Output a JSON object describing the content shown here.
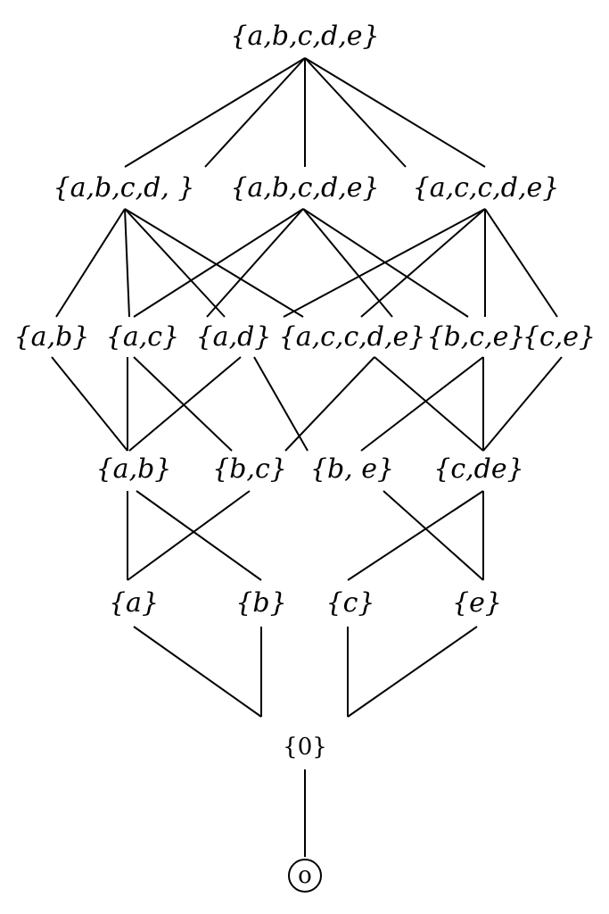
{
  "diagram": {
    "nodes": {
      "top": "{a,b,c,d,e}",
      "l2_1": "{a,b,c,d, }",
      "l2_2": "{a,b,c,d,e}",
      "l2_3": "{a,c,c,d,e}",
      "l3_1": "{a,b}",
      "l3_2": "{a,c}",
      "l3_3": "{a,d}",
      "l3_4": "{a,c,c,d,e}",
      "l3_5": "{b,c,e}",
      "l3_6": "{c,e}",
      "l4_1": "{a,b}",
      "l4_2": "{b,c}",
      "l4_3": "{b, e}",
      "l4_4": "{c,de}",
      "l5_1": "{a}",
      "l5_2": "{b}",
      "l5_3": "{c}",
      "l5_4": "{e}",
      "zero": "{0}",
      "bottom": "o"
    }
  }
}
